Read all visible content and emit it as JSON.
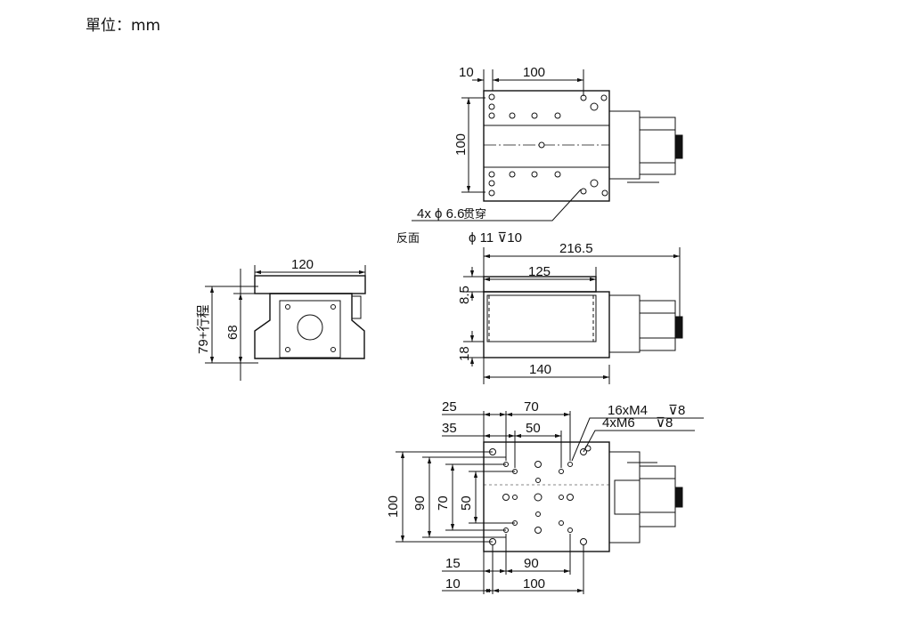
{
  "unit_label": "單位：mm",
  "top_view": {
    "dim_offset": "10",
    "dim_width": "100",
    "dim_height": "100",
    "hole_note": "4x ϕ 6.6",
    "hole_note_suffix": "贯穿",
    "counterbore_prefix": "反面",
    "counterbore_note": "ϕ 11 ⊽10"
  },
  "front_view": {
    "dim_overall_length": "216.5",
    "dim_table_length": "125",
    "dim_top_height": "8.5",
    "dim_base_height": "18",
    "dim_body_length": "140"
  },
  "side_view": {
    "dim_table_width": "120",
    "dim_height": "68",
    "dim_stroke": "79+行程"
  },
  "bottom_view": {
    "dim_25": "25",
    "dim_70_top": "70",
    "dim_35": "35",
    "dim_50_top": "50",
    "thread_m4": "16xM4",
    "thread_m4_depth": "⊽8",
    "thread_m6": "4xM6",
    "thread_m6_depth": "⊽8",
    "dim_100_left": "100",
    "dim_90_left": "90",
    "dim_70_left": "70",
    "dim_50_left": "50",
    "dim_15": "15",
    "dim_90_bottom": "90",
    "dim_10": "10",
    "dim_100_bottom": "100"
  }
}
